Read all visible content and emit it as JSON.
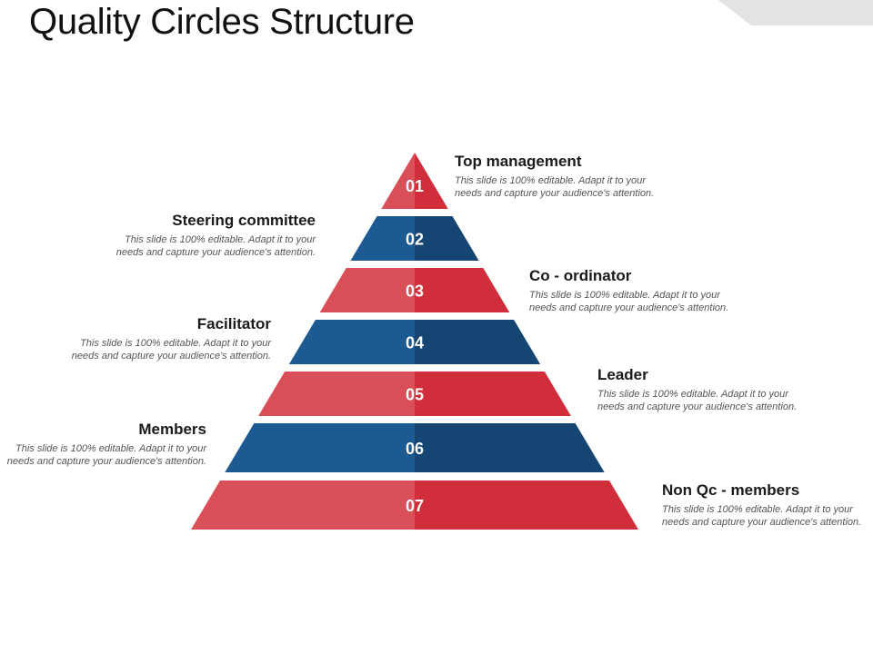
{
  "title": "Quality Circles Structure",
  "colors": {
    "red_light": "#d94f58",
    "red_dark": "#cf2e3a",
    "blue_light": "#1d5a91",
    "blue_dark": "#144573",
    "decor_gray": "#e3e3e3"
  },
  "levels": [
    {
      "number": "01",
      "color": "red",
      "label": "Top management",
      "description": "This slide is 100% editable. Adapt it to your needs and capture your audience's attention.",
      "side": "right"
    },
    {
      "number": "02",
      "color": "blue",
      "label": "Steering committee",
      "description": "This slide is 100% editable. Adapt it to your needs and capture your audience's attention.",
      "side": "left"
    },
    {
      "number": "03",
      "color": "red",
      "label": "Co - ordinator",
      "description": "This slide is 100% editable. Adapt it to your needs and capture your audience's attention.",
      "side": "right"
    },
    {
      "number": "04",
      "color": "blue",
      "label": "Facilitator",
      "description": "This slide is 100% editable. Adapt it to your needs and capture your audience's attention.",
      "side": "left"
    },
    {
      "number": "05",
      "color": "red",
      "label": "Leader",
      "description": "This slide is 100% editable. Adapt it to your needs and capture your audience's attention.",
      "side": "right"
    },
    {
      "number": "06",
      "color": "blue",
      "label": "Members",
      "description": "This slide is 100% editable. Adapt it to your needs and capture your audience's attention.",
      "side": "left"
    },
    {
      "number": "07",
      "color": "red",
      "label": "Non Qc - members",
      "description": "This slide is 100% editable. Adapt it to your needs and capture your audience's attention.",
      "side": "right"
    }
  ]
}
